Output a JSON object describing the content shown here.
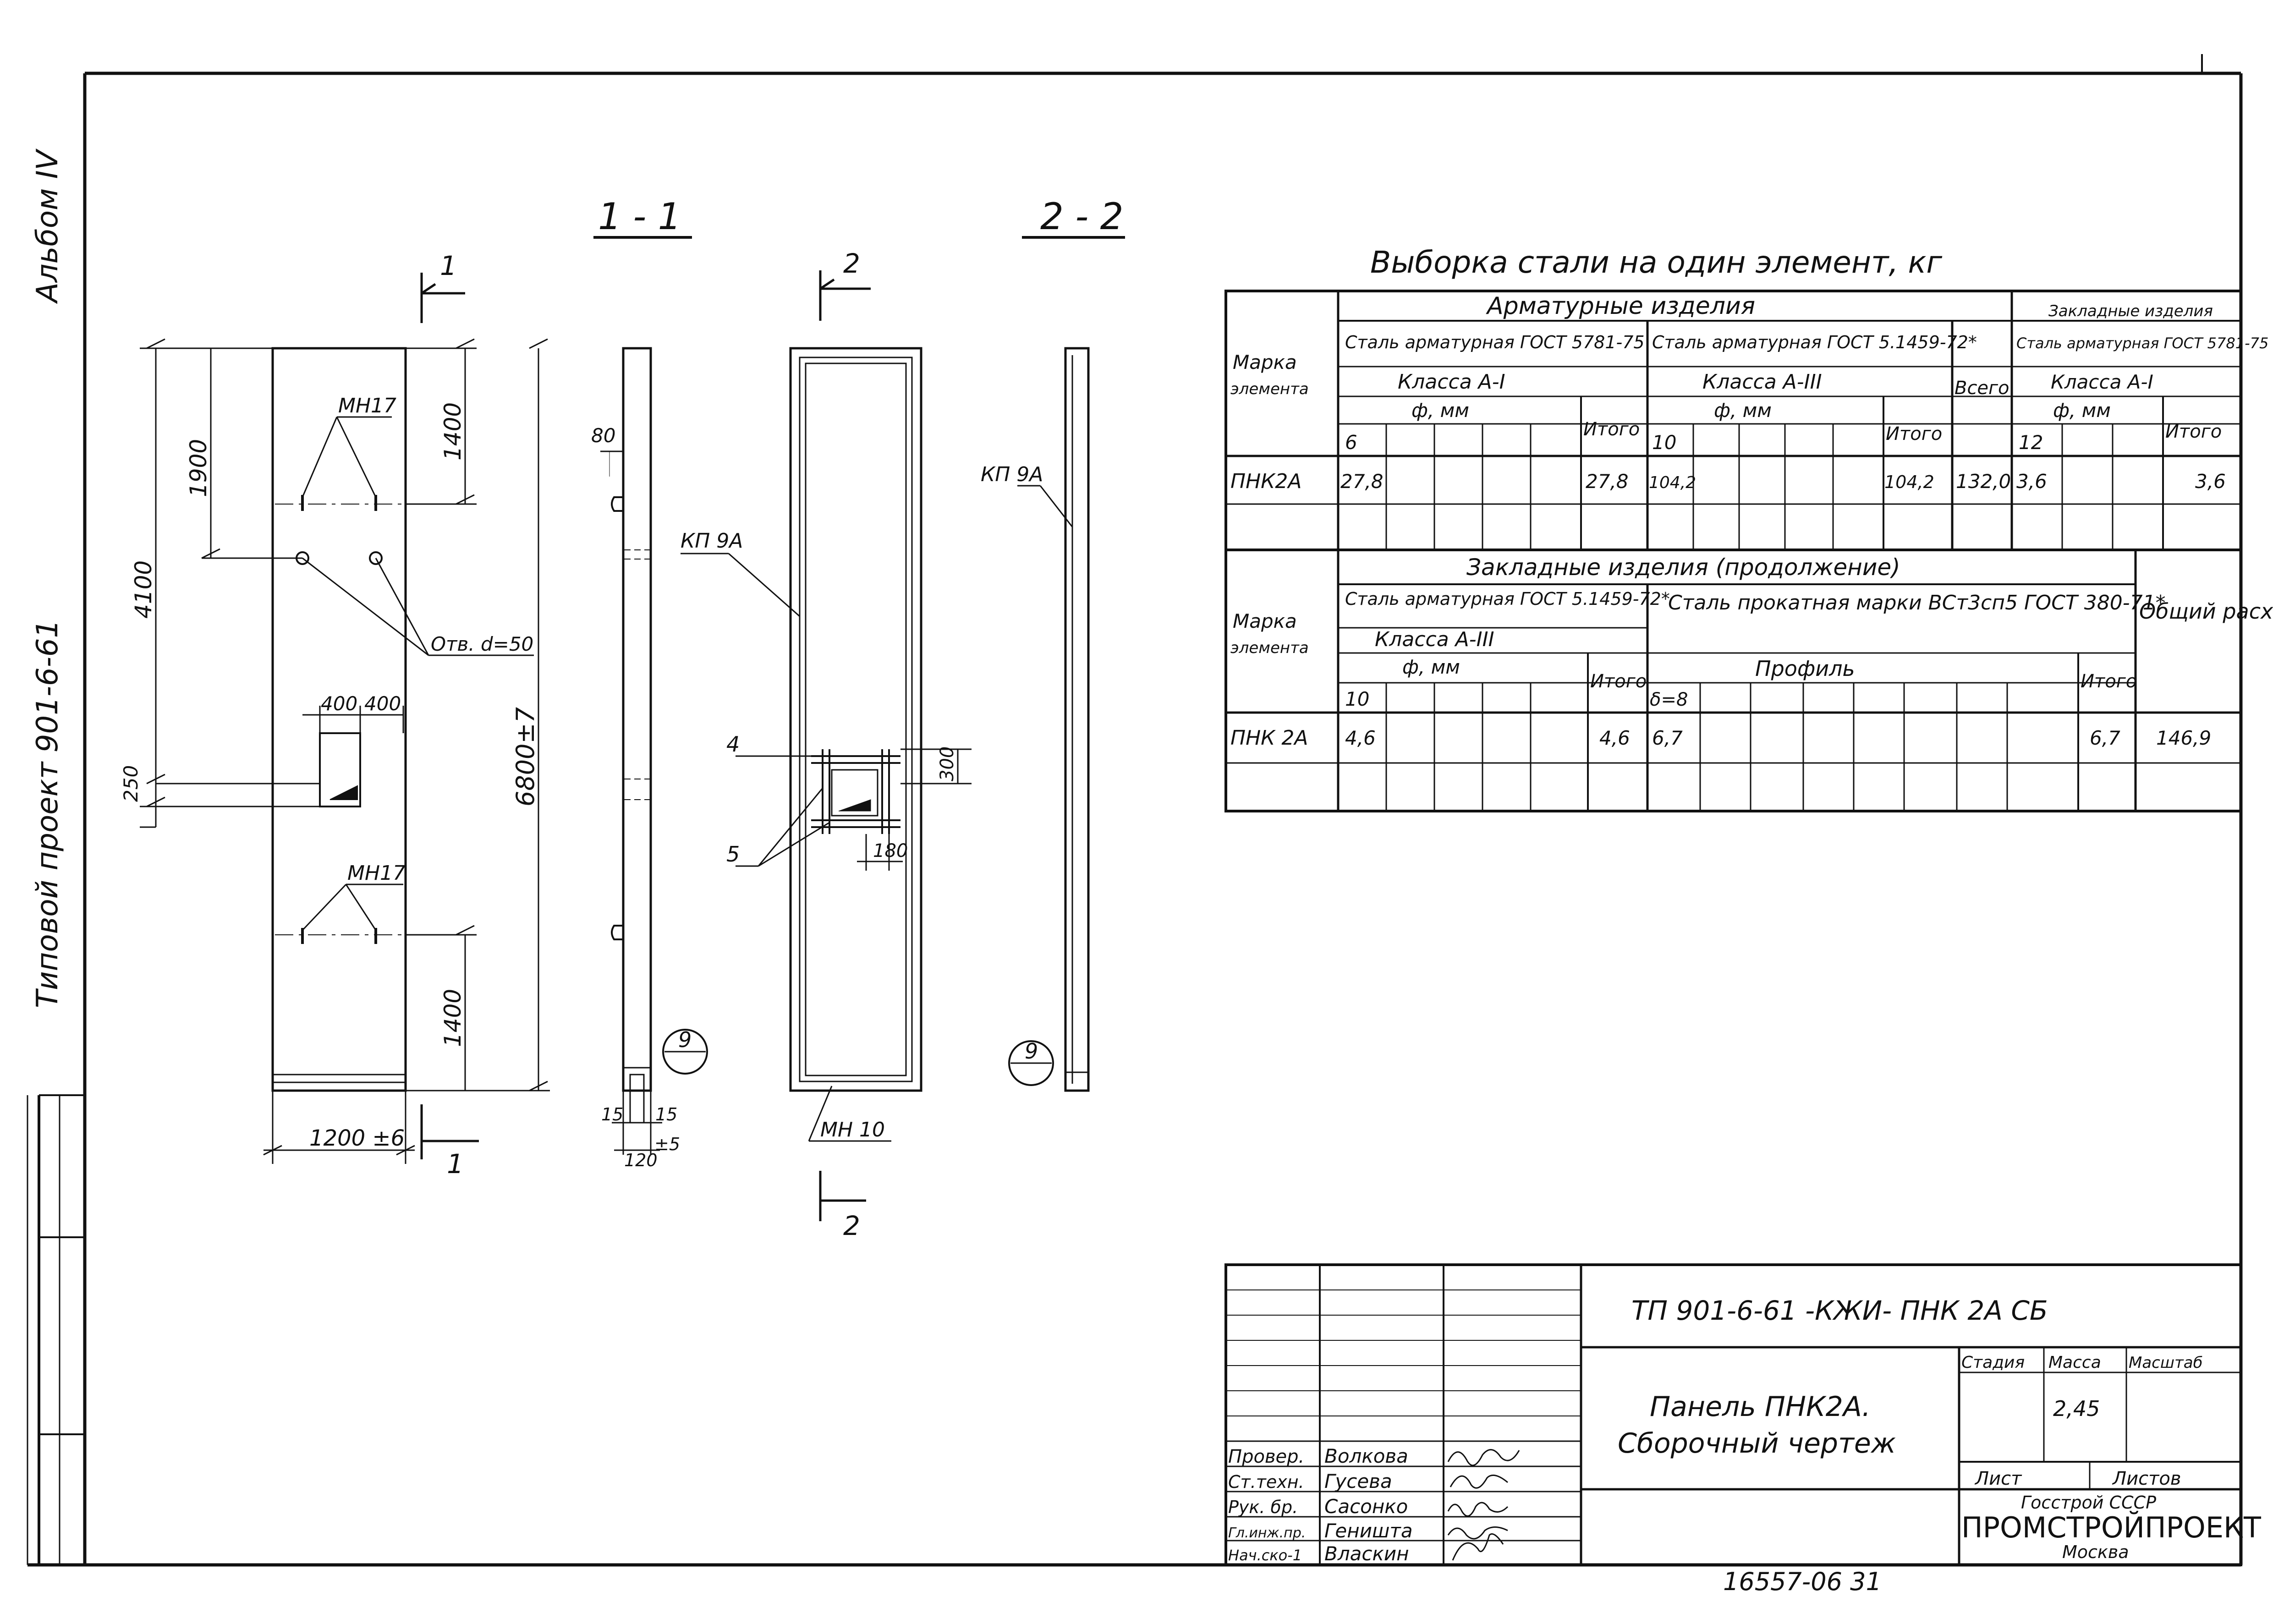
{
  "side_labels": {
    "album": "Альбом IV",
    "project": "Типовой проект 901-6-61"
  },
  "sections": {
    "s11": "1 - 1",
    "s22": "2 - 2"
  },
  "cut_markers": {
    "c1_top": "1",
    "c1_bottom": "1",
    "c2_top": "2",
    "c2_bottom": "2"
  },
  "front_view": {
    "dims": {
      "d4100": "4100",
      "d1900": "1900",
      "d1400_top": "1400",
      "d250": "250",
      "d6800": "6800±7",
      "d1400_bottom": "1400",
      "d1200": "1200 ±6",
      "d400a": "400",
      "d400b": "400"
    },
    "labels": {
      "mn17_top": "МН17",
      "mn17_bottom": "МН17",
      "holes": "Отв. d=50"
    }
  },
  "section_view_11": {
    "dims": {
      "d80": "80",
      "d15a": "15",
      "d15b": "15",
      "d120": "120",
      "tol5": "±5"
    },
    "node": "9"
  },
  "rear_view": {
    "labels": {
      "kp9a": "КП 9А",
      "mn10": "МН 10",
      "pos4": "4",
      "pos5": "5"
    },
    "dims": {
      "d300": "300",
      "d180": "180"
    }
  },
  "section_view_22": {
    "kp9a": "КП 9А",
    "node": "9"
  },
  "steel_table": {
    "title": "Выборка стали на один элемент, кг",
    "t1": {
      "col_mark": "Марка элемента",
      "armature": "Арматурные изделия",
      "embedded": "Закладные изделия",
      "g1_steel": "Сталь арматурная ГОСТ 5781-75",
      "g1_class": "Класса А-I",
      "g1_phi": "ф, мм",
      "g1_sub": "6",
      "g1_total": "Итого",
      "g2_steel": "Сталь арматурная ГОСТ 5.1459-72*",
      "g2_class": "Класса А-III",
      "g2_phi": "ф, мм",
      "g2_sub": "10",
      "g2_total": "Итого",
      "all": "Всего",
      "g3_steel": "Сталь арматурная ГОСТ 5781-75",
      "g3_class": "Класса А-I",
      "g3_phi": "ф, мм",
      "g3_sub": "12",
      "g3_total": "Итого",
      "row": {
        "mark": "ПНК2А",
        "v6": "27,8",
        "t1": "27,8",
        "v10": "104,2",
        "t2": "104,2",
        "all": "132,0",
        "v12": "3,6",
        "t3": "3,6"
      }
    },
    "t2": {
      "col_mark": "Марка элемента",
      "embedded_cont": "Закладные изделия (продолжение)",
      "g1_steel": "Сталь арматурная ГОСТ 5.1459-72*",
      "g1_class": "Класса А-III",
      "g1_phi": "ф, мм",
      "g1_sub": "10",
      "g1_total": "Итого",
      "g2_steel": "Сталь прокатная марки ВСт3сп5 ГОСТ 380-71*",
      "g2_profile": "Профиль",
      "g2_sub": "δ=8",
      "g2_total": "Итого",
      "overall": "Общий расход стали",
      "row": {
        "mark": "ПНК 2А",
        "v10": "4,6",
        "t1": "4,6",
        "vd8": "6,7",
        "t2": "6,7",
        "overall": "146,9"
      }
    }
  },
  "title_block": {
    "code": "ТП 901-6-61 -КЖИ- ПНК 2А СБ",
    "name1": "Панель ПНК2А.",
    "name2": "Сборочный чертеж",
    "stage": "Стадия",
    "mass": "Масса",
    "scale": "Масштаб",
    "mass_value": "2,45",
    "sheet": "Лист",
    "sheets": "Листов",
    "org1": "Госстрой СССР",
    "org2": "ПРОМСТРОЙПРОЕКТ",
    "org3": "Москва",
    "signers": [
      {
        "role": "Провер.",
        "name": "Волкова",
        "sig": "Волк"
      },
      {
        "role": "Ст.техн.",
        "name": "Гусева",
        "sig": "Гус"
      },
      {
        "role": "Рук. бр.",
        "name": "Сасонко",
        "sig": "СМ"
      },
      {
        "role": "Гл.инж.пр.",
        "name": "Геништа",
        "sig": "Ген"
      },
      {
        "role": "Нач.ско-1",
        "name": "Власкин",
        "sig": "Вл"
      }
    ]
  },
  "archive_number": "16557-06 31"
}
